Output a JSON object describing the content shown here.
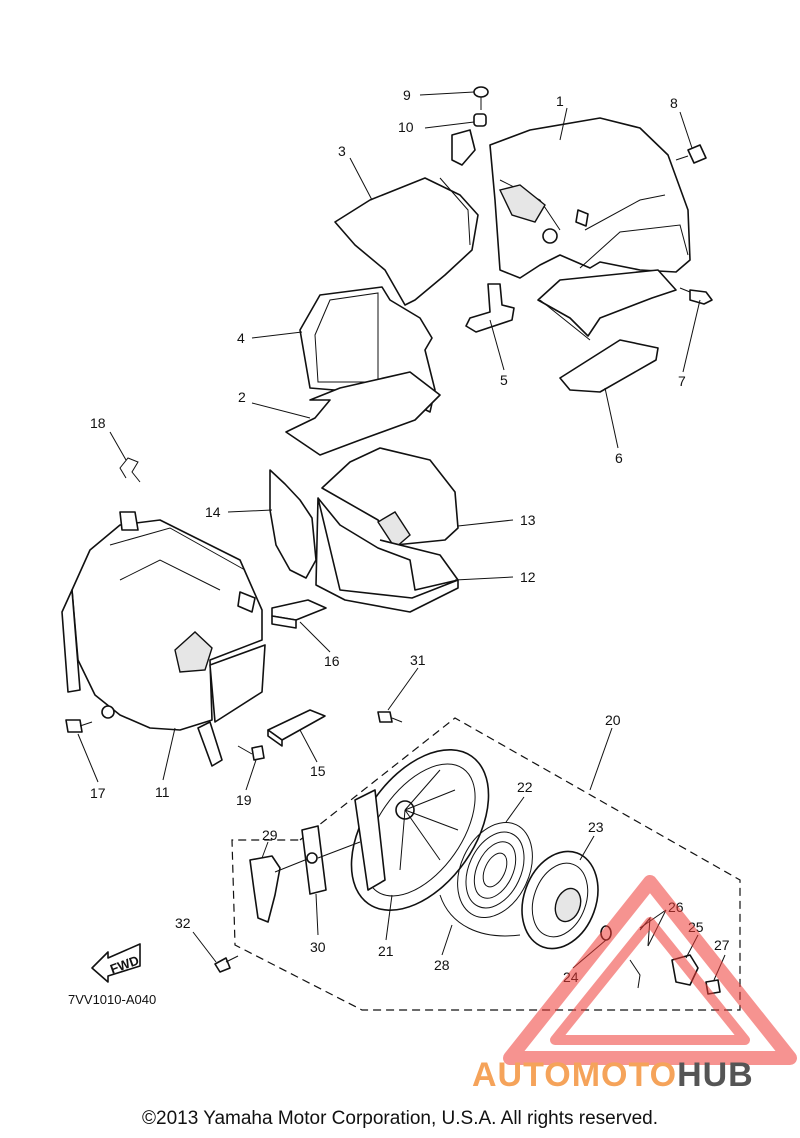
{
  "diagram": {
    "part_labels": [
      "1",
      "2",
      "3",
      "4",
      "5",
      "6",
      "7",
      "8",
      "9",
      "10",
      "11",
      "12",
      "13",
      "14",
      "15",
      "16",
      "17",
      "18",
      "19",
      "20",
      "21",
      "22",
      "23",
      "24",
      "25",
      "26",
      "27",
      "28",
      "29",
      "30",
      "31",
      "32"
    ],
    "fwd_label": "FWD",
    "drawing_code": "7VV1010-A040",
    "copyright": "©2013 Yamaha Motor Corporation, U.S.A. All rights reserved.",
    "watermark": {
      "word_a": "AUTOMOTO",
      "word_b": "HUB",
      "color_a": "#f5a35a",
      "color_b": "#555555",
      "triangle_color": "#ef3b36"
    }
  }
}
